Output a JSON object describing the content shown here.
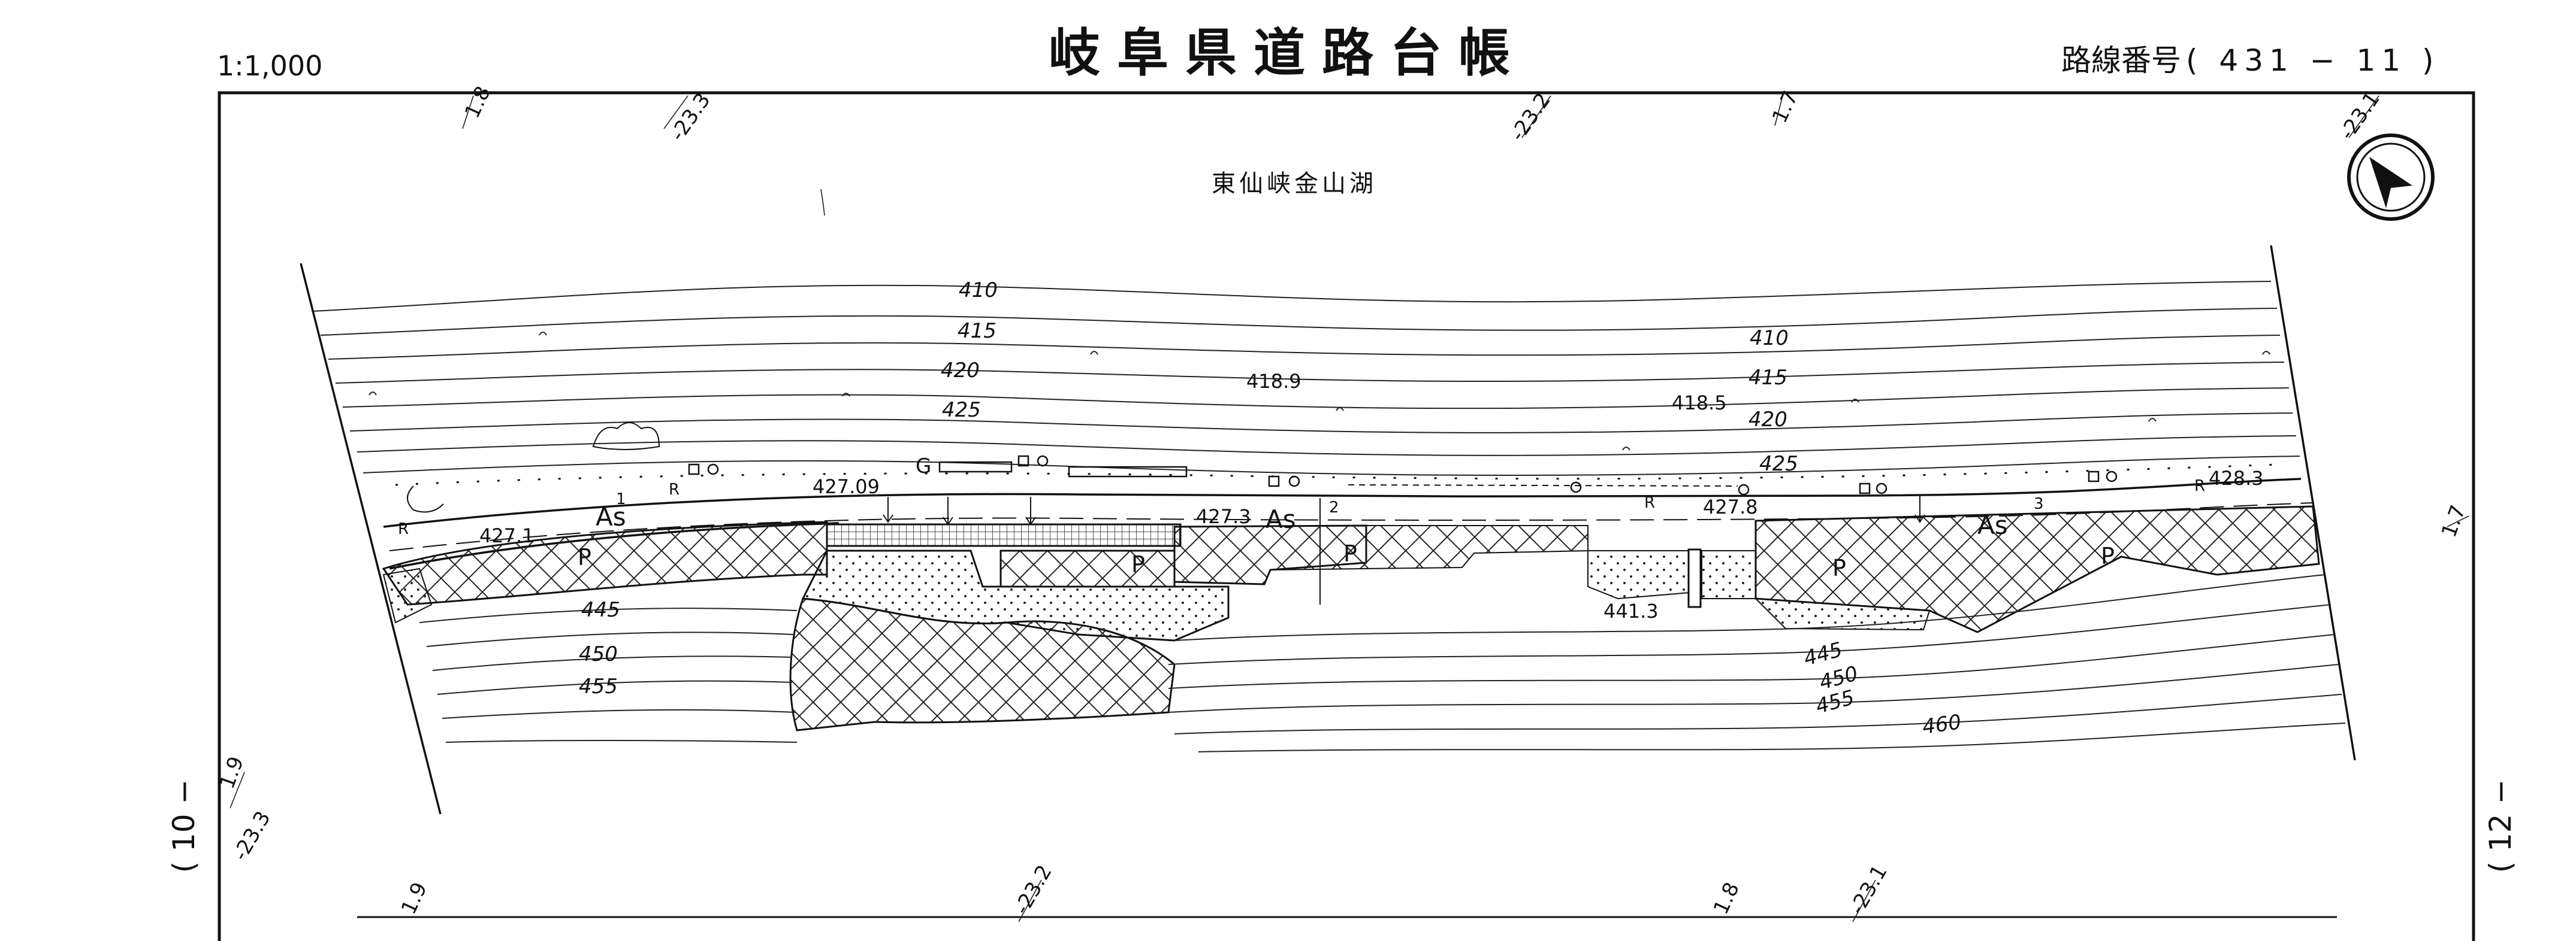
{
  "header": {
    "scale": "1:1,000",
    "title": "岐阜県道路台帳",
    "route_label": "路線番号",
    "route_number": "( 431 − 11 )"
  },
  "map": {
    "place_name": "東仙峡金山湖",
    "top_chainage": [
      "1.8",
      "-23.3",
      "-23.2",
      "1.7",
      "-23.1"
    ],
    "bottom_chainage": [
      "1.9",
      "-23.2",
      "1.8",
      "-23.1"
    ],
    "side_chainage": [
      "1.9",
      "-23.3",
      "1.7"
    ],
    "adjacent_left": "( 10 −",
    "adjacent_right": "( 12 −",
    "contours_upper": [
      "410",
      "415",
      "420",
      "425",
      "410",
      "415",
      "420",
      "425"
    ],
    "contours_lower": [
      "445",
      "450",
      "455",
      "445",
      "450",
      "455",
      "460"
    ],
    "spot_elevations": [
      "418.9",
      "418.5",
      "427.09",
      "427.1",
      "427.3",
      "427.8",
      "428.3",
      "441.3"
    ],
    "surface_labels": [
      "As",
      "As",
      "As",
      "P",
      "P",
      "P",
      "P",
      "P",
      "G",
      "R",
      "R",
      "R",
      "R"
    ],
    "station_numbers": [
      "1",
      "2",
      "3"
    ]
  }
}
